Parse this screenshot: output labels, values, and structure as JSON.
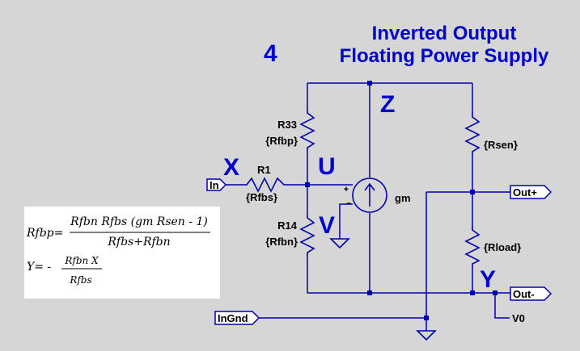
{
  "page_number": "4",
  "title_line1": "Inverted Output",
  "title_line2": "Floating Power Supply",
  "node_labels": {
    "x": "X",
    "u": "U",
    "v": "V",
    "z": "Z",
    "y": "Y"
  },
  "components": {
    "r33_ref": "R33",
    "r33_val": "{Rfbp}",
    "r1_ref": "R1",
    "r1_val": "{Rfbs}",
    "r14_ref": "R14",
    "r14_val": "{Rfbn}",
    "rsen_val": "{Rsen}",
    "rload_val": "{Rload}",
    "gm_label": "gm",
    "plus_sign": "+",
    "minus_sign": "–"
  },
  "ports": {
    "in": "In",
    "out_plus": "Out+",
    "out_minus": "Out-",
    "ingnd": "InGnd",
    "v0": "V0"
  },
  "equations": {
    "eq1_lhs": "Rfbp=",
    "eq1_num": "Rfbn Rfbs (gm Rsen - 1)",
    "eq1_den": "Rfbs+Rfbn",
    "eq2_lhs": "Y= -",
    "eq2_num": "Rfbn X",
    "eq2_den": "Rfbs"
  }
}
